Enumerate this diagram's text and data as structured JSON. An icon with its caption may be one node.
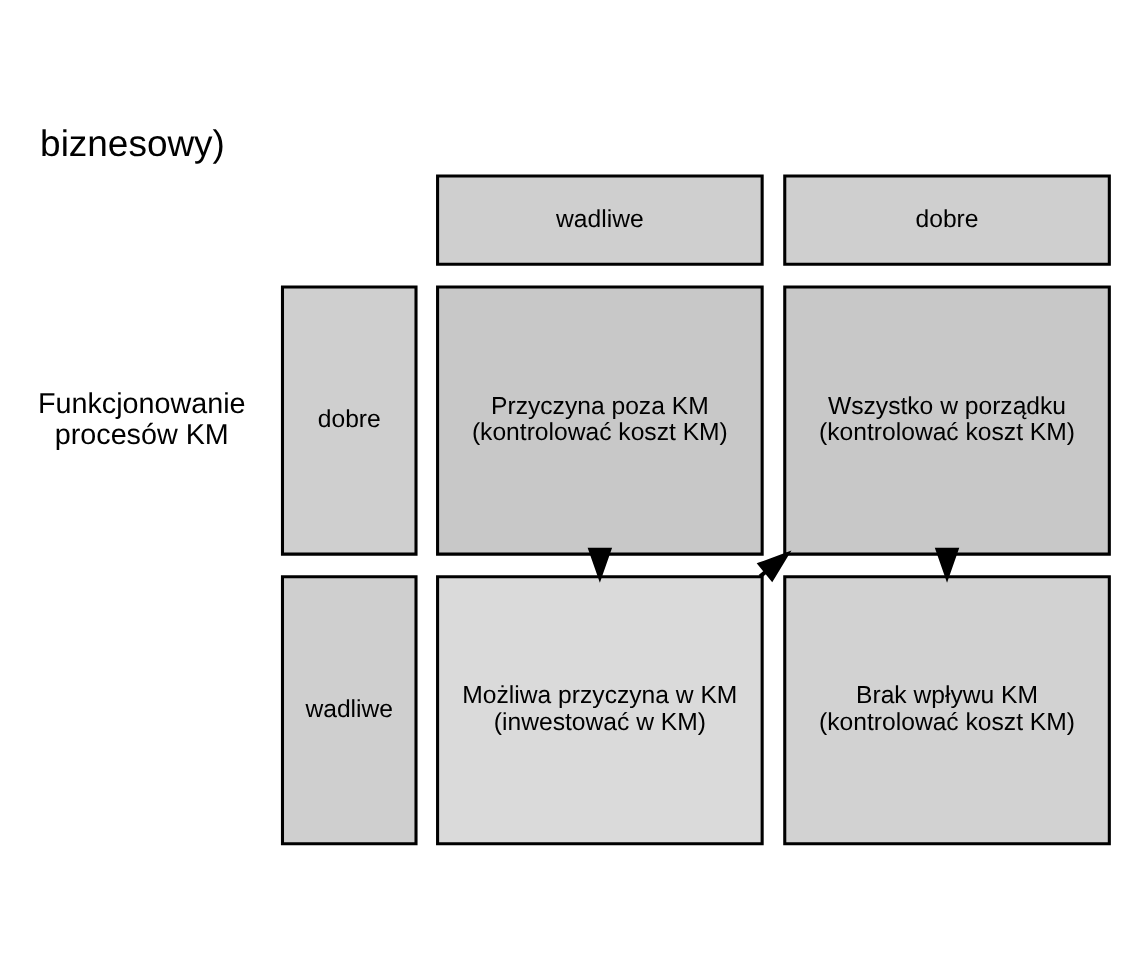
{
  "diagram": {
    "title": "biznesowy)",
    "nodes": [
      {
        "text": [
          "wadliwe"
        ]
      },
      {
        "text": [
          "dobre"
        ]
      },
      {
        "text": [
          "dobre"
        ]
      },
      {
        "text": [
          "wadliwe"
        ]
      },
      {
        "text": [
          "Przyczyna poza KM (kontrolować koszt KM)"
        ]
      },
      {
        "text": [
          "Wszystko w porządku (kontrolować koszt KM)"
        ]
      },
      {
        "text": [
          "Możliwa przyczyna w KM (inwestować w KM)"
        ]
      },
      {
        "text": [
          "Brak wpływu KM (kontrolować koszt KM)"
        ]
      }
    ],
    "edges": [
      {
        "from": 4,
        "to": 6,
        "arrow": "to"
      },
      {
        "from": 6,
        "to": 5,
        "arrow": "to"
      },
      {
        "from": 5,
        "to": 7,
        "arrow": "to"
      }
    ],
    "labels": [
      "Funkcjonowanie procesów KM"
    ]
  }
}
